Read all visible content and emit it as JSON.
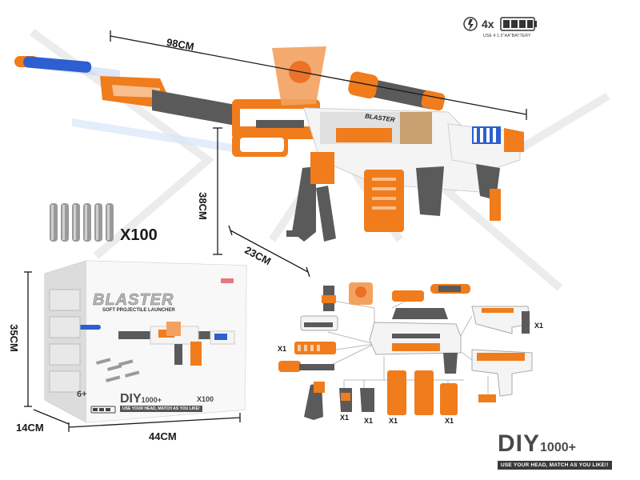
{
  "dimensions": {
    "length": "98CM",
    "height": "38CM",
    "depth": "23CM",
    "box_height": "35CM",
    "box_depth": "14CM",
    "box_width": "44CM"
  },
  "ammo": {
    "count_label": "X100"
  },
  "battery": {
    "label": "4x",
    "sub": "USE 4 1.5\"AA\"BATTERY"
  },
  "gun": {
    "brand": "BLASTER"
  },
  "box": {
    "title": "BLASTER",
    "subtitle": "SOFT PROJECTILE LAUNCHER",
    "age": "6+",
    "diy": "DIY",
    "diy_num": "1000+",
    "tagline": "USE YOUR HEAD, MATCH AS YOU LIKE!",
    "count": "X100"
  },
  "parts": {
    "x1_labels": [
      "X1",
      "X1",
      "X1",
      "X1",
      "X1",
      "X1"
    ]
  },
  "logo": {
    "diy": "DIY",
    "num": "1000+",
    "tagline": "USE YOUR HEAD, MATCH AS YOU LIKE!!"
  },
  "colors": {
    "orange": "#f07c1c",
    "grey": "#5a5a5a",
    "white": "#f4f4f4",
    "blue": "#2d5fd0",
    "dart": "#9a9a9a"
  }
}
